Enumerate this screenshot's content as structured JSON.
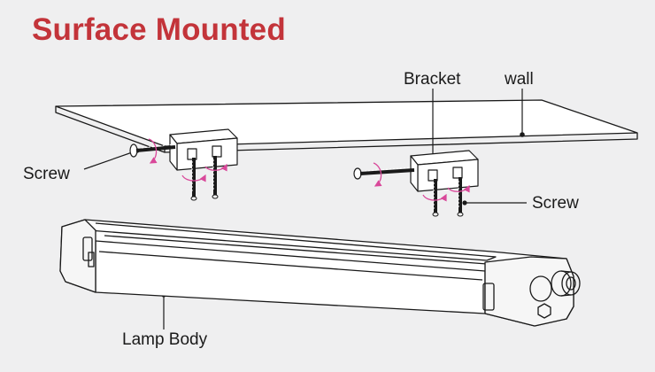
{
  "title": "Surface Mounted",
  "labels": {
    "bracket": "Bracket",
    "wall": "wall",
    "screw_left": "Screw",
    "screw_right": "Screw",
    "lamp_body": "Lamp Body"
  },
  "colors": {
    "title": "#c3343a",
    "rotation_arrow": "#d9489a",
    "line": "#1a1a1a",
    "background": "#efeff0"
  }
}
